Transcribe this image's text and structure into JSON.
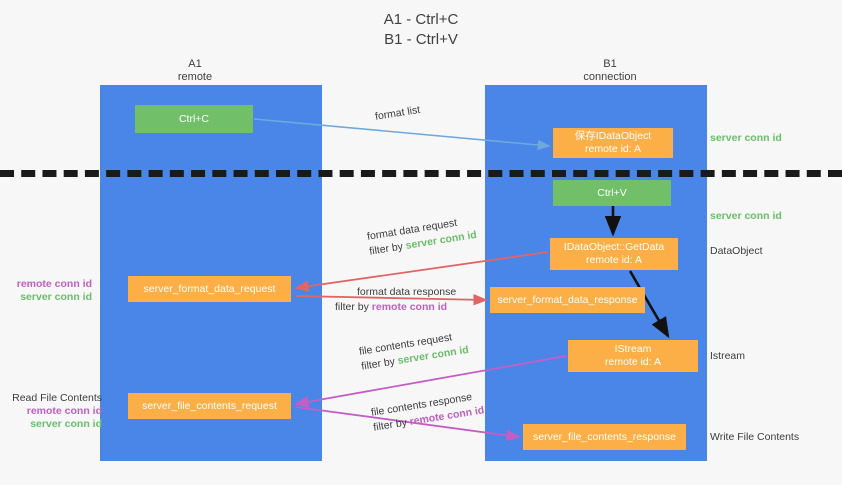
{
  "title": {
    "line1": "A1 - Ctrl+C",
    "line2": "B1 - Ctrl+V"
  },
  "lanes": [
    {
      "id": "a1",
      "name": "A1",
      "role": "remote"
    },
    {
      "id": "b1",
      "name": "B1",
      "role": "connection"
    }
  ],
  "nodes": {
    "ctrl_c": {
      "label": "Ctrl+C",
      "color": "#72bf6a",
      "kind": "action"
    },
    "save_idataobject": {
      "line1": "保存IDataObject",
      "line2": "remote id: A",
      "color": "#fbaf46",
      "kind": "message"
    },
    "ctrl_v": {
      "label": "Ctrl+V",
      "color": "#72bf6a",
      "kind": "action"
    },
    "getdata": {
      "line1": "IDataObject::GetData",
      "line2": "remote id: A",
      "color": "#fbaf46",
      "kind": "message"
    },
    "format_data_request": {
      "label": "server_format_data_request",
      "color": "#fbaf46",
      "kind": "message"
    },
    "format_data_response": {
      "label": "server_format_data_response",
      "color": "#fbaf46",
      "kind": "message"
    },
    "istream": {
      "line1": "IStream",
      "line2": "remote id: A",
      "color": "#fbaf46",
      "kind": "message"
    },
    "file_contents_request": {
      "label": "server_file_contents_request",
      "color": "#fbaf46",
      "kind": "message"
    },
    "file_contents_response": {
      "label": "server_file_contents_response",
      "color": "#fbaf46",
      "kind": "message"
    }
  },
  "edge_labels": {
    "format_list": {
      "text": "format list"
    },
    "format_data_request": {
      "line1": "format data request",
      "filter_prefix": "filter by ",
      "filter_value": "server conn id"
    },
    "format_data_response": {
      "line1": "format data response",
      "filter_prefix": "filter by ",
      "filter_value": "remote conn id"
    },
    "file_contents_request": {
      "line1": "file contents request",
      "filter_prefix": "filter by ",
      "filter_value": "server conn id"
    },
    "file_contents_response": {
      "line1": "file contents response",
      "filter_prefix": "filter by ",
      "filter_value": "remote conn id"
    }
  },
  "annotations": {
    "right": [
      {
        "text": "server conn id",
        "color": "#6abd6a"
      },
      {
        "text": "server conn id",
        "color": "#6abd6a"
      },
      {
        "text": "DataObject",
        "color": "#3c3c3c"
      },
      {
        "text": "Istream",
        "color": "#3c3c3c"
      },
      {
        "text": "Write File Contents",
        "color": "#3c3c3c"
      }
    ],
    "left_group_1": {
      "remote": "remote conn id",
      "server": "server conn id"
    },
    "left_group_2": {
      "heading": "Read File Contents",
      "remote": "remote conn id",
      "server": "server conn id"
    }
  },
  "colors": {
    "lane": "#4a86e8",
    "green_node": "#72bf6a",
    "orange_node": "#fbaf46",
    "server_conn": "#6abd6a",
    "remote_conn": "#bf5fbf",
    "arrow_blue": "#6fa8dc",
    "arrow_red": "#e06666",
    "arrow_magenta": "#c councils",
    "arrow_black": "#000000",
    "background": "#f7f7f7"
  }
}
